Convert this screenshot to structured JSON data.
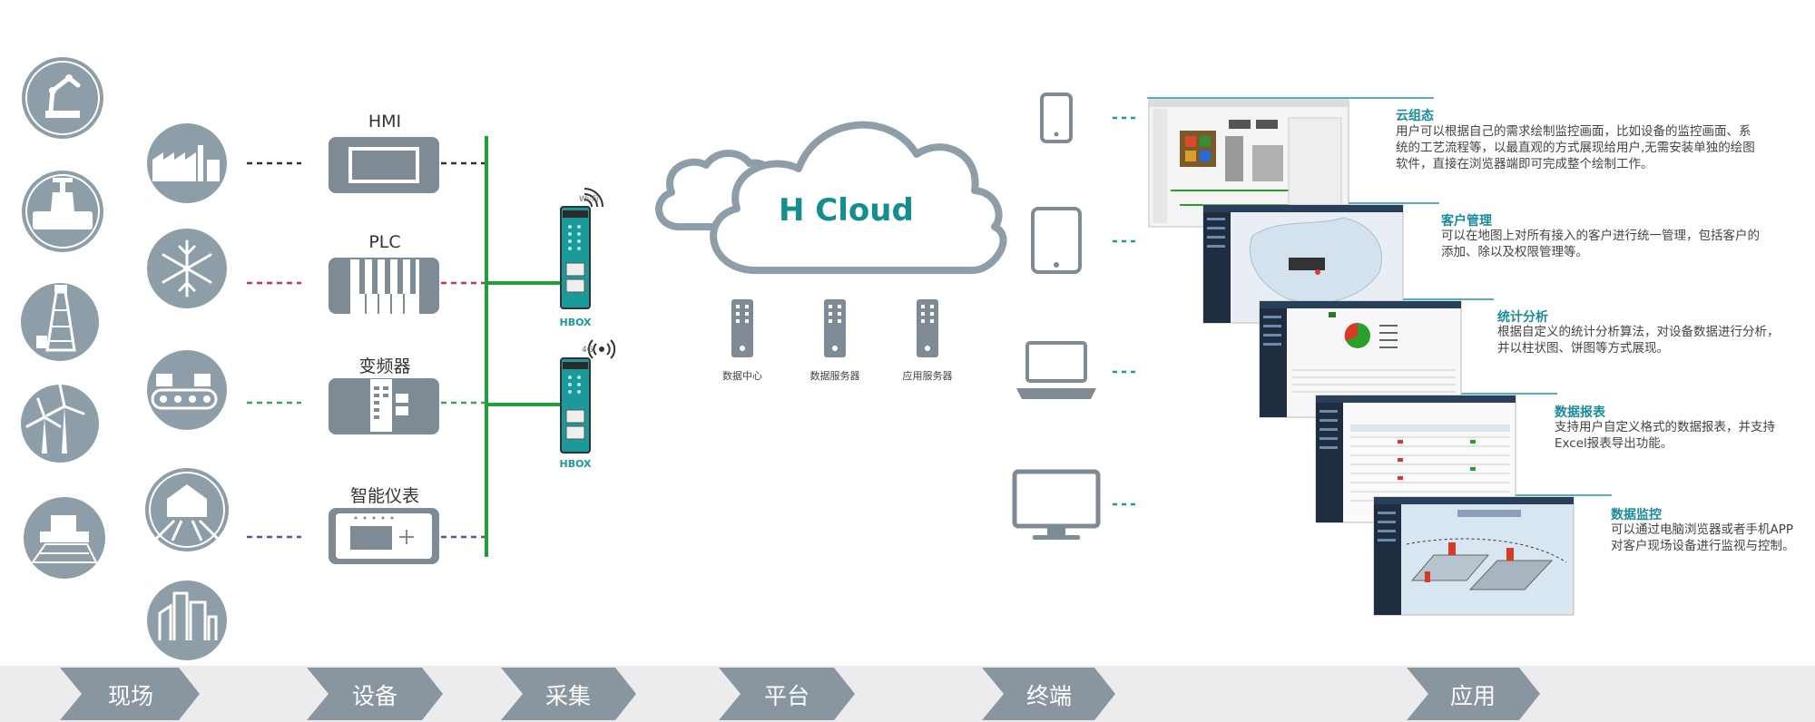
{
  "cloud": {
    "title": "H Cloud"
  },
  "devices": [
    {
      "label": "HMI"
    },
    {
      "label": "PLC"
    },
    {
      "label": "变频器"
    },
    {
      "label": "智能仪表"
    }
  ],
  "gateways": [
    {
      "label": "HBOX",
      "signal": "Wi-Fi"
    },
    {
      "label": "HBOX",
      "signal": "4G"
    }
  ],
  "servers": [
    {
      "label": "数据中心"
    },
    {
      "label": "数据服务器"
    },
    {
      "label": "应用服务器"
    }
  ],
  "applications": [
    {
      "title": "云组态",
      "desc": "用户可以根据自己的需求绘制监控画面，比如设备的监控画面、系统的工艺流程等，以最直观的方式展现给用户,无需安装单独的绘图软件，直接在浏览器端即可完成整个绘制工作。"
    },
    {
      "title": "客户管理",
      "desc": "可以在地图上对所有接入的客户进行统一管理，包括客户的添加、除以及权限管理等。"
    },
    {
      "title": "统计分析",
      "desc": "根据自定义的统计分析算法，对设备数据进行分析，并以柱状图、饼图等方式展现。"
    },
    {
      "title": "数据报表",
      "desc": "支持用户自定义格式的数据报表，并支持Excel报表导出功能。"
    },
    {
      "title": "数据监控",
      "desc": "可以通过电脑浏览器或者手机APP对客户现场设备进行监视与控制。"
    }
  ],
  "stages": [
    {
      "label": "现场"
    },
    {
      "label": "设备"
    },
    {
      "label": "采集"
    },
    {
      "label": "平台"
    },
    {
      "label": "终端"
    },
    {
      "label": "应用"
    }
  ],
  "colors": {
    "icon_gray": "#8e9ea9",
    "device_gray": "#7f8b94",
    "bus_green": "#1fa03c",
    "teal": "#1a9a9a",
    "stage_band": "#ececef",
    "stage_arrow": "#8996a0",
    "hmi_line": "#333333",
    "plc_line": "#c0394b",
    "inverter_line": "#3aa655",
    "meter_line": "#4a5aa0"
  },
  "icons": {
    "field_left": [
      "robot-arm-icon",
      "valve-icon",
      "oil-rig-icon",
      "wind-turbine-icon",
      "harvester-icon"
    ],
    "field_right": [
      "factory-icon",
      "snowflake-icon",
      "conveyor-icon",
      "barn-icon",
      "city-icon"
    ],
    "terminals": [
      "phone-icon",
      "tablet-icon",
      "laptop-icon",
      "monitor-icon"
    ]
  }
}
